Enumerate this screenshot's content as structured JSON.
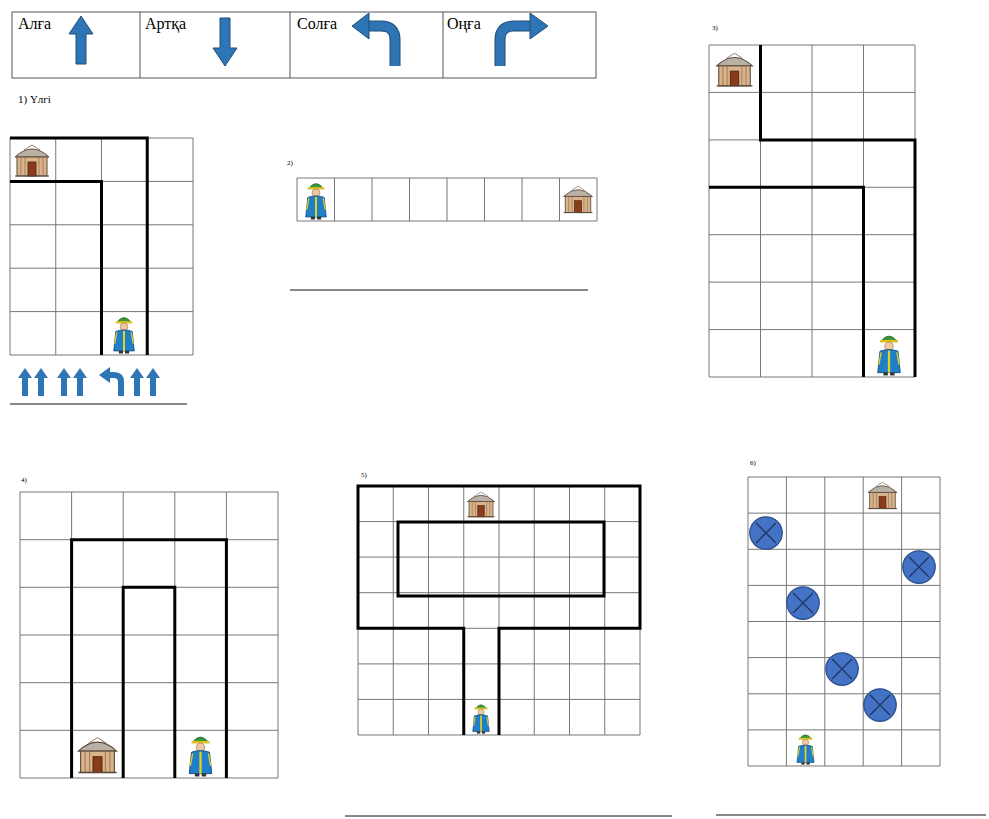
{
  "diagram": {
    "labels": [
      "Алға",
      "Артқа",
      "Солға",
      "Оңға",
      "1) Үлгі",
      "2)",
      "3)",
      "4)",
      "5)",
      "6)"
    ]
  }
}
